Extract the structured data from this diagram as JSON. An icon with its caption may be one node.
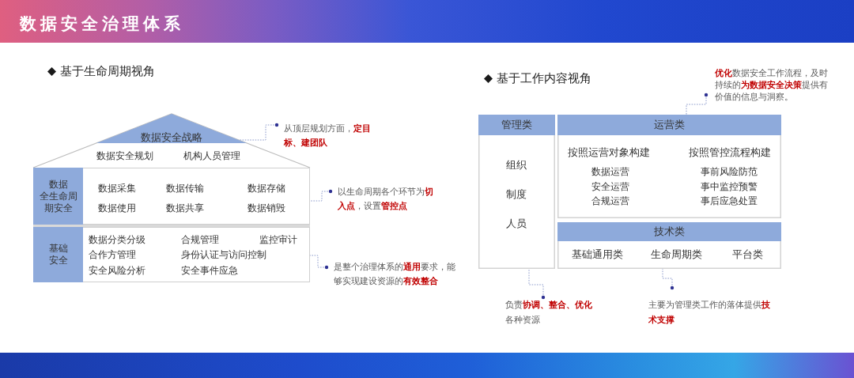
{
  "diagram": {
    "title": "数据安全治理体系",
    "nodes": [
      {
        "text": [
          "数据安全规划",
          "机构人员管理"
        ]
      },
      {
        "text": [
          "数据安全战略"
        ],
        "in": 0
      },
      {
        "text": [
          "数据采集",
          "数据传输",
          "数据存储",
          "数据使用",
          "数据共享",
          "数据销毁"
        ]
      },
      {
        "text": [
          "数据全生命周期安全"
        ],
        "in": 2
      },
      {
        "text": [
          "数据分类分级",
          "合规管理",
          "监控审计",
          "合作方管理",
          "身份认证与访问控制",
          "安全风险分析",
          "安全事件应急"
        ]
      },
      {
        "text": [
          "基础安全"
        ],
        "in": 4
      },
      {
        "text": [
          "从顶层规划方面，**定目标、建团队**"
        ]
      },
      {
        "text": [
          "以生命周期各个环节为**切入点**，设置**管控点**"
        ]
      },
      {
        "text": [
          "是整个治理体系的**通用**要求，能够实现建设资源的**有效整合**"
        ]
      },
      {
        "text": [
          "管理类",
          "组织",
          "制度",
          "人员"
        ]
      },
      {
        "text": [
          "运营类",
          "按照运营对象构建",
          "按照管控流程构建",
          "数据运营",
          "事前风险防范",
          "安全运营",
          "事中监控预警",
          "合规运营",
          "事后应急处置"
        ]
      },
      {
        "text": [
          "技术类",
          "基础通用类",
          "生命周期类",
          "平台类"
        ]
      },
      {
        "text": [
          "**优化**数据安全工作流程，及时持续的**为数据安全决策**提供有价值的信息与洞察。"
        ]
      },
      {
        "text": [
          "负责**协调、整合、优化**各种资源"
        ]
      },
      {
        "text": [
          "主要为管理类工作的落体提供**技术支撑**"
        ]
      }
    ],
    "edges": [
      {
        "from": 6,
        "to": 1,
        "arrow": "other",
        "style": "dashed"
      },
      {
        "from": 7,
        "to": 2,
        "arrow": "other",
        "style": "dashed"
      },
      {
        "from": 8,
        "to": 4,
        "arrow": "other",
        "style": "dashed"
      },
      {
        "from": 12,
        "to": 10,
        "arrow": "other",
        "style": "dashed"
      },
      {
        "from": 13,
        "to": 9,
        "arrow": "other",
        "style": "dashed"
      },
      {
        "from": 14,
        "to": 11,
        "arrow": "other",
        "style": "dashed"
      }
    ],
    "labels": [
      "基于生命周期视角",
      "基于工作内容视角"
    ]
  }
}
